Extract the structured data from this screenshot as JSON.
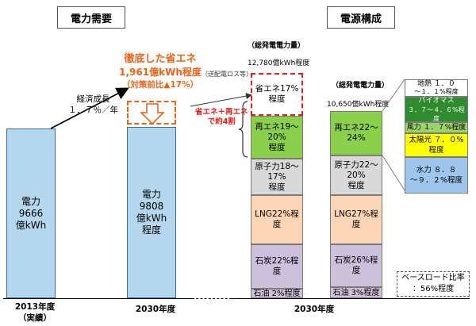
{
  "headers": {
    "demand": "電力需要",
    "supply": "電源構成"
  },
  "bar2013": {
    "line1": "電力",
    "line2": "9666",
    "line3": "億kWh"
  },
  "growth": {
    "line1": "経済成長",
    "line2": "１．７％／年"
  },
  "bar2030": {
    "line1": "電力",
    "line2": "9808",
    "line3": "億kWh",
    "line4": "程度"
  },
  "saving": {
    "line1": "徹底した省エネ",
    "line2": "1,961億kWh程度",
    "line3": "（対策前比▲17%）"
  },
  "loss_note": "（送配電ロス等）",
  "renew_note": {
    "line1": "省エネ＋再エネ",
    "line2": "で約4割"
  },
  "total_label": "（総発電電力量）",
  "total1": "12,780億kWh程度",
  "total2": "10,650億kWh程度",
  "stack1": {
    "saving": "省エネ17%程度",
    "renew_a": "再エネ19～20%",
    "renew_b": "程度",
    "nuclear_a": "原子力18～17%",
    "nuclear_b": "程度",
    "lng": "LNG22%程度",
    "coal": "石炭22%程度",
    "oil": "石油 2%程度"
  },
  "stack2": {
    "renew": "再エネ22～24%",
    "nuclear_a": "原子力22～20%",
    "nuclear_b": "程度",
    "lng": "LNG27%程度",
    "coal": "石炭26%程度",
    "oil": "石油 3%程度"
  },
  "breakdown": {
    "geo_a": "地熱 １．０",
    "geo_b": "～１．１%程度",
    "biomass_a": "バイオマス",
    "biomass_b": "３．７～４．６%程度",
    "wind": "風力 １．７%程度",
    "solar": "太陽光 ７．０%程度",
    "hydro_a": "水力 ８．８",
    "hydro_b": "～９．２%程度"
  },
  "baseload": {
    "line1": "ベースロード比率",
    "line2": "：56%程度"
  },
  "xlabels": {
    "y2013": "2013年度",
    "y2013_sub": "（実績）",
    "y2030a": "2030年度",
    "y2030b": "2030年度"
  },
  "colors": {
    "demand_bar": "#b4d7ed",
    "renew": "#8ad04a",
    "nuclear": "#d9d9d9",
    "lng": "#fbd5b5",
    "coal": "#ccc0da",
    "oil": "#ccc0da",
    "geo": "#ffffff",
    "biomass": "#2e8b2e",
    "wind": "#9bd26a",
    "solar": "#ffff00",
    "hydro": "#9ec5ec",
    "saving_text": "#e8641b",
    "accent_red": "#e0201a"
  }
}
